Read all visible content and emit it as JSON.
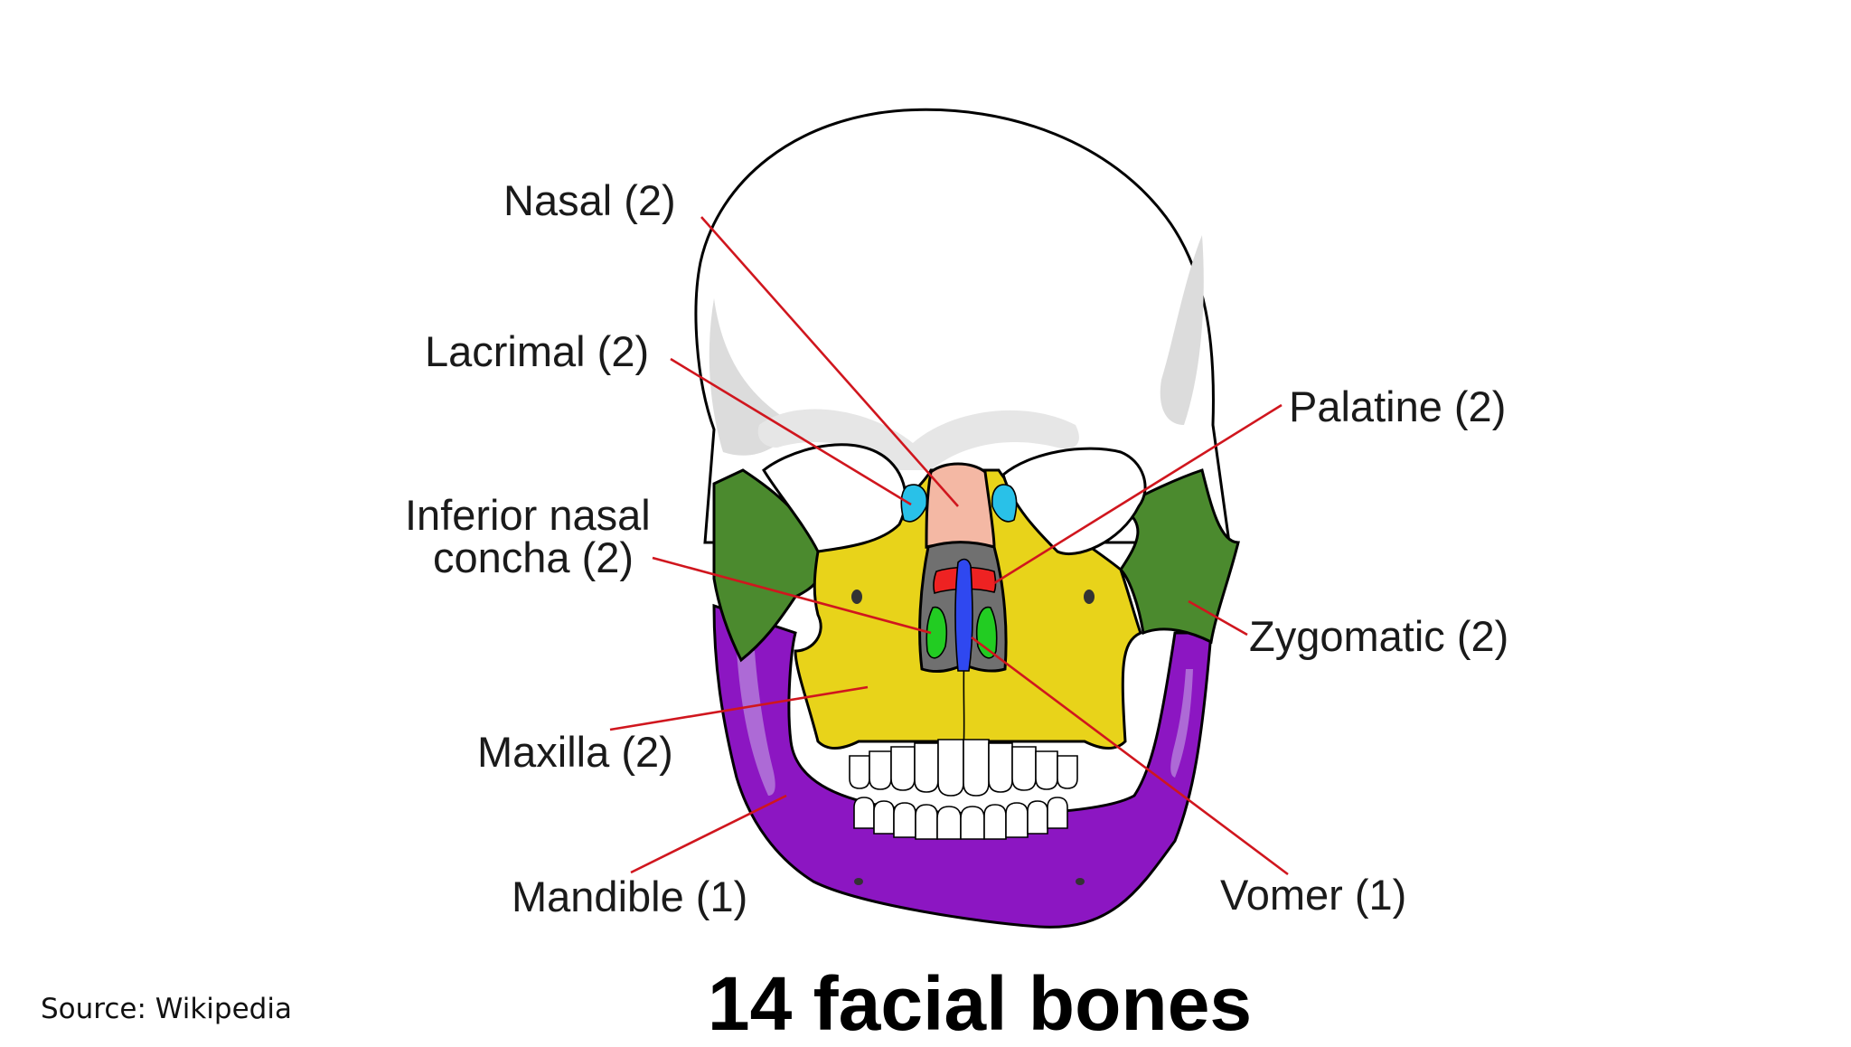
{
  "title": "14 facial bones",
  "source": "Source: Wikipedia",
  "labels": {
    "nasal": "Nasal (2)",
    "lacrimal": "Lacrimal (2)",
    "palatine": "Palatine (2)",
    "inferior_line1": "Inferior nasal",
    "inferior_line2": "concha (2)",
    "zygomatic": "Zygomatic (2)",
    "maxilla": "Maxilla (2)",
    "mandible": "Mandible (1)",
    "vomer": "Vomer (1)"
  },
  "colors": {
    "nasal": "#f4b8a4",
    "lacrimal": "#29c1e8",
    "palatine": "#ee2222",
    "inferior_nasal_concha": "#22cc22",
    "zygomatic": "#4b8a2e",
    "maxilla": "#e8d31a",
    "mandible": "#8c16c2",
    "vomer": "#2f48f0",
    "leader_lines": "#d0161e"
  }
}
